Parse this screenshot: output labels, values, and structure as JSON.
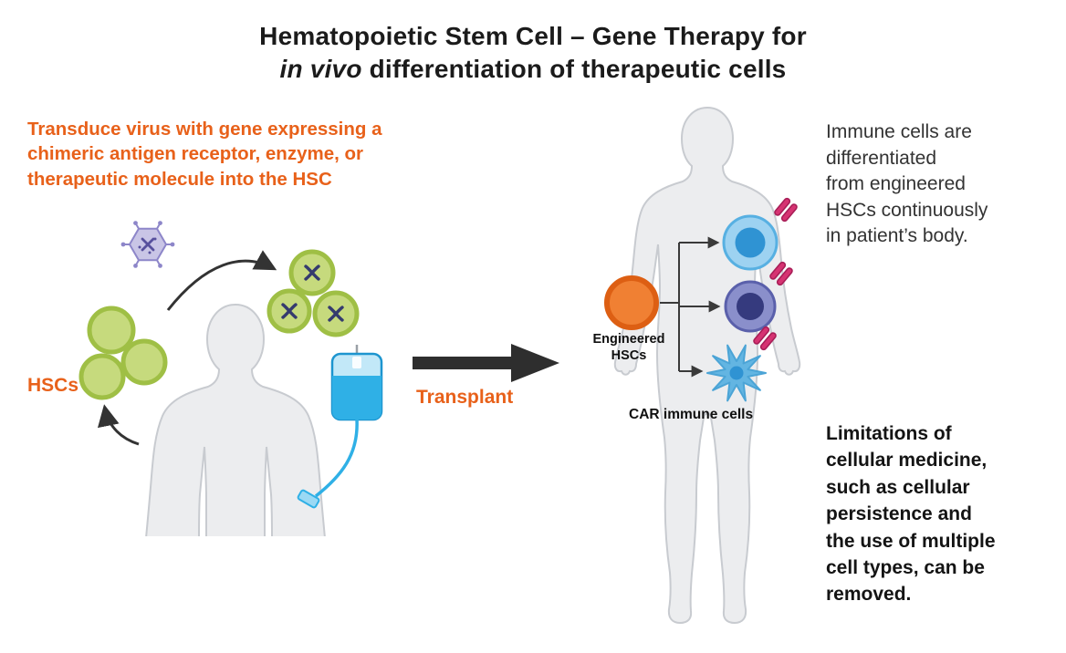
{
  "title": {
    "line1": "Hematopoietic Stem Cell – Gene Therapy for",
    "line2_italic": "in vivo",
    "line2_rest": " differentiation of therapeutic cells"
  },
  "left_panel": {
    "caption": "Transduce virus with gene expressing a\nchimeric antigen receptor, enzyme, or\ntherapeutic molecule into the HSC",
    "hscs_label": "HSCs"
  },
  "center": {
    "transplant_label": "Transplant"
  },
  "right_panel": {
    "immune_text": "Immune cells are\ndifferentiated\nfrom engineered\nHSCs continuously\nin patient’s body.",
    "engineered_hscs_label": "Engineered\nHSCs",
    "car_immune_cells_label": "CAR immune cells",
    "limitations_text": "Limitations of\ncellular medicine,\nsuch as cellular\npersistence and\nthe use of multiple\ncell types, can be\nremoved."
  },
  "icons": {
    "virus_icon": "hexagonal-virus-with-spikes",
    "hsc_cell_icon": "green-round-stem-cell",
    "transduced_hsc_icon": "green-cell-with-chromosome",
    "iv_bag_icon": "blue-infusion-bag-with-tube",
    "transplant_arrow_icon": "thick-right-arrow",
    "patient_torso_icon": "human-upper-body-silhouette",
    "patient_body_icon": "human-full-body-silhouette",
    "engineered_hsc_icon": "orange-round-cell",
    "immune_cell_icon": "blue-round-immune-cell",
    "dendritic_cell_icon": "spiky-dendritic-cell",
    "car_receptor_icon": "pink-paired-receptor"
  },
  "colors": {
    "accent_orange": "#E8611A",
    "text_dark": "#1B1B1B",
    "body_fill": "#ECEDEF",
    "body_stroke": "#C8CBD0",
    "hsc_green": "#C6DA7D",
    "hsc_green_ring": "#9FBF45",
    "chromosome_navy": "#353B6E",
    "virus_fill": "#C9C5E6",
    "virus_stroke": "#8D86C9",
    "iv_blue": "#2FB0E6",
    "iv_blue_light": "#C2E8F8",
    "arrow_dark": "#2E2E2E",
    "engineered_orange": "#F08033",
    "engineered_orange_ring": "#DD5F13",
    "immune_blue_light": "#9DD2F1",
    "immune_blue": "#2F93D3",
    "immune_indigo_light": "#8A8FCB",
    "immune_indigo": "#353A7E",
    "dendritic_blue": "#63B5E2",
    "car_pink": "#D63372",
    "car_pink_dark": "#A81E57"
  }
}
